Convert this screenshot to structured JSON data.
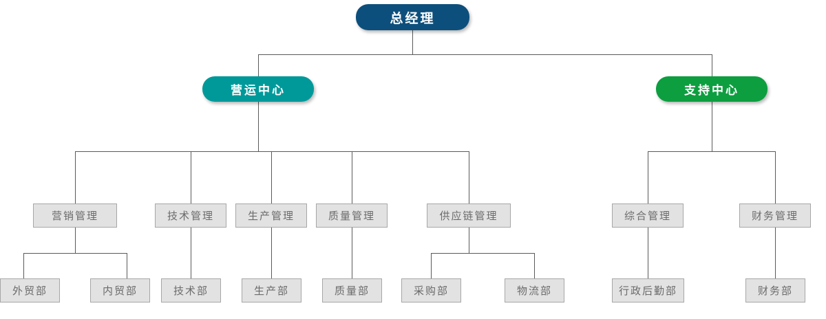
{
  "diagram": {
    "title_node": {
      "label": "总经理",
      "color": "#0d4f7c"
    },
    "centers": [
      {
        "label": "营运中心",
        "color": "#009999"
      },
      {
        "label": "支持中心",
        "color": "#0d9e40"
      }
    ],
    "departments": [
      {
        "label": "营销管理"
      },
      {
        "label": "技术管理"
      },
      {
        "label": "生产管理"
      },
      {
        "label": "质量管理"
      },
      {
        "label": "供应链管理"
      },
      {
        "label": "综合管理"
      },
      {
        "label": "财务管理"
      }
    ],
    "units": [
      {
        "label": "外贸部"
      },
      {
        "label": "内贸部"
      },
      {
        "label": "技术部"
      },
      {
        "label": "生产部"
      },
      {
        "label": "质量部"
      },
      {
        "label": "采购部"
      },
      {
        "label": "物流部"
      },
      {
        "label": "行政后勤部"
      },
      {
        "label": "财务部"
      }
    ],
    "colors": {
      "box_fill": "#e2e2e2",
      "box_border": "#a6a6a6",
      "box_text": "#6b6b6b",
      "line": "#595959",
      "background": "#ffffff"
    }
  }
}
